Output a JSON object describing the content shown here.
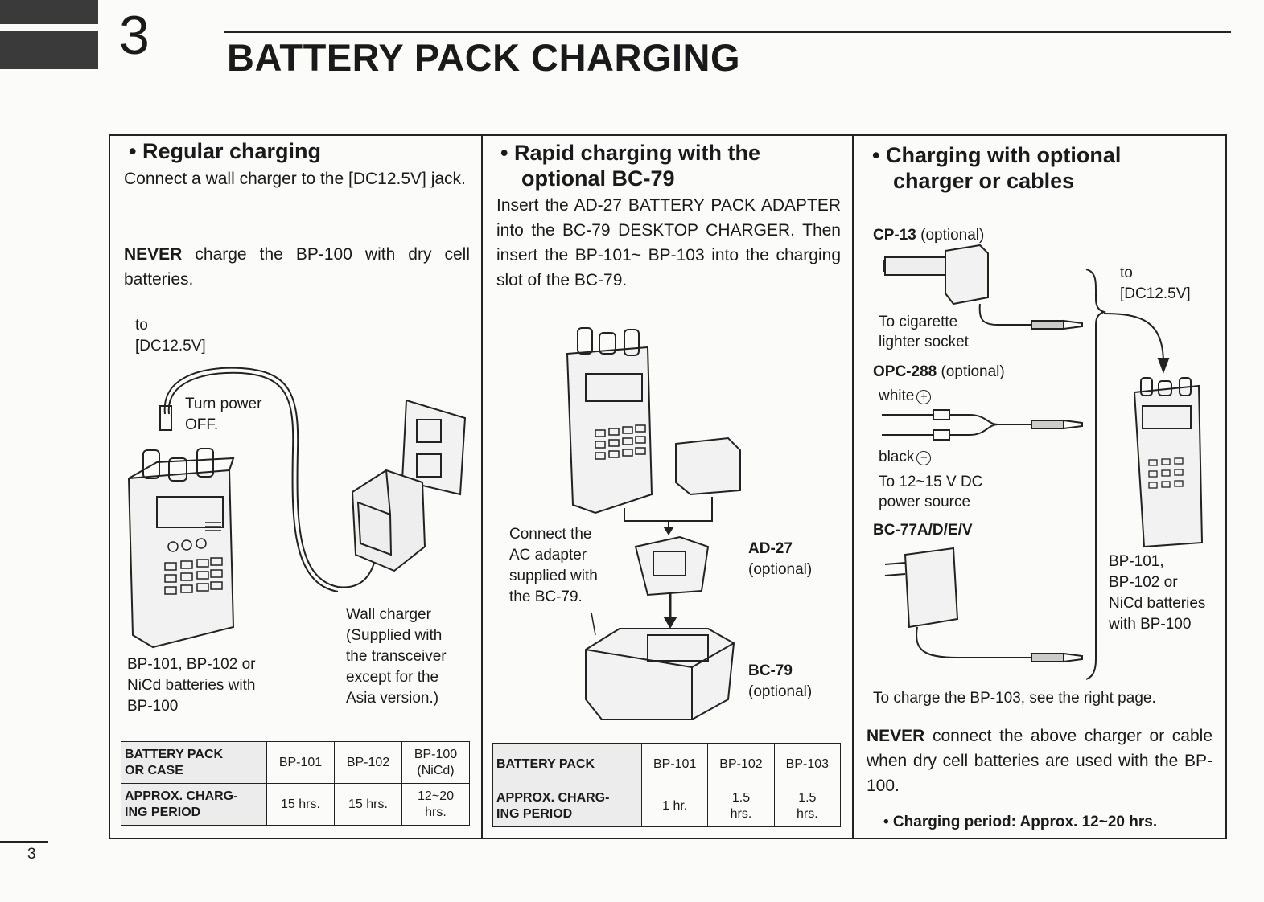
{
  "header": {
    "chapter": "3",
    "title": "BATTERY PACK CHARGING"
  },
  "page_number": "3",
  "col1": {
    "heading": "• Regular charging",
    "para1": "Connect a wall charger to the [DC12.5V] jack.",
    "never_bold": "NEVER",
    "never_text": " charge the BP-100 with dry cell batteries.",
    "label_to": "to",
    "label_jack": "[DC12.5V]",
    "label_power_1": "Turn power",
    "label_power_2": "OFF.",
    "label_wall_1": "Wall charger",
    "label_wall_2": "(Supplied with",
    "label_wall_3": "the transceiver",
    "label_wall_4": "except for the",
    "label_wall_5": "Asia version.)",
    "label_bp_1": "BP-101, BP-102 or",
    "label_bp_2": "NiCd batteries with",
    "label_bp_3": "BP-100",
    "table": {
      "h1a": "BATTERY PACK",
      "h1b": "OR CASE",
      "c1": "BP-101",
      "c2": "BP-102",
      "c3a": "BP-100",
      "c3b": "(NiCd)",
      "h2a": "APPROX. CHARG-",
      "h2b": "ING PERIOD",
      "v1": "15 hrs.",
      "v2": "15 hrs.",
      "v3a": "12~20",
      "v3b": "hrs."
    }
  },
  "col2": {
    "heading_1": "• Rapid charging with the",
    "heading_2": "optional BC-79",
    "para": "Insert the AD-27 BATTERY PACK ADAPTER into the BC-79 DESKTOP CHARGER. Then insert the BP-101~ BP-103 into the charging slot of the BC-79.",
    "label_ac_1": "Connect the",
    "label_ac_2": "AC adapter",
    "label_ac_3": "supplied with",
    "label_ac_4": "the BC-79.",
    "label_ad27": "AD-27",
    "label_ad27_opt": "(optional)",
    "label_bc79": "BC-79",
    "label_bc79_opt": "(optional)",
    "table": {
      "h1": "BATTERY PACK",
      "c1": "BP-101",
      "c2": "BP-102",
      "c3": "BP-103",
      "h2a": "APPROX. CHARG-",
      "h2b": "ING PERIOD",
      "v1": "1 hr.",
      "v2a": "1.5",
      "v2b": "hrs.",
      "v3a": "1.5",
      "v3b": "hrs."
    }
  },
  "col3": {
    "heading_1": "• Charging with optional",
    "heading_2": "charger or cables",
    "cp13": "CP-13",
    "cp13_opt": " (optional)",
    "label_cig_1": "To cigarette",
    "label_cig_2": "lighter socket",
    "opc288": "OPC-288",
    "opc288_opt": " (optional)",
    "white": "white",
    "black": "black",
    "label_dc_1": "To 12~15 V DC",
    "label_dc_2": "power source",
    "bc77": "BC-77A/D/E/V",
    "label_to": "to",
    "label_jack": "[DC12.5V]",
    "label_bp_1": "BP-101,",
    "label_bp_2": "BP-102 or",
    "label_bp_3": "NiCd batteries",
    "label_bp_4": "with BP-100",
    "note": "To charge the BP-103, see the right page.",
    "never_bold": "NEVER",
    "never_text": " connect the above charger or cable when dry cell batteries are used with the BP-100.",
    "period": "• Charging period: Approx. 12~20 hrs."
  }
}
